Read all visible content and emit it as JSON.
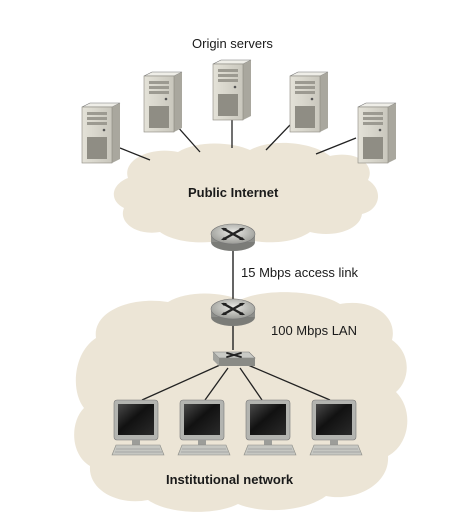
{
  "labels": {
    "origin_servers": "Origin servers",
    "public_internet": "Public Internet",
    "access_link": "15 Mbps access link",
    "lan": "100 Mbps LAN",
    "institutional_network": "Institutional network"
  },
  "servers": [
    {
      "name": "server-1"
    },
    {
      "name": "server-2"
    },
    {
      "name": "server-3"
    },
    {
      "name": "server-4"
    },
    {
      "name": "server-5"
    }
  ],
  "computers": [
    {
      "name": "computer-1"
    },
    {
      "name": "computer-2"
    },
    {
      "name": "computer-3"
    },
    {
      "name": "computer-4"
    }
  ],
  "colors": {
    "cloud": "#ece5d6",
    "server_body": "#d8d6cc",
    "device_gray": "#a9aaa6",
    "line": "#222222"
  }
}
